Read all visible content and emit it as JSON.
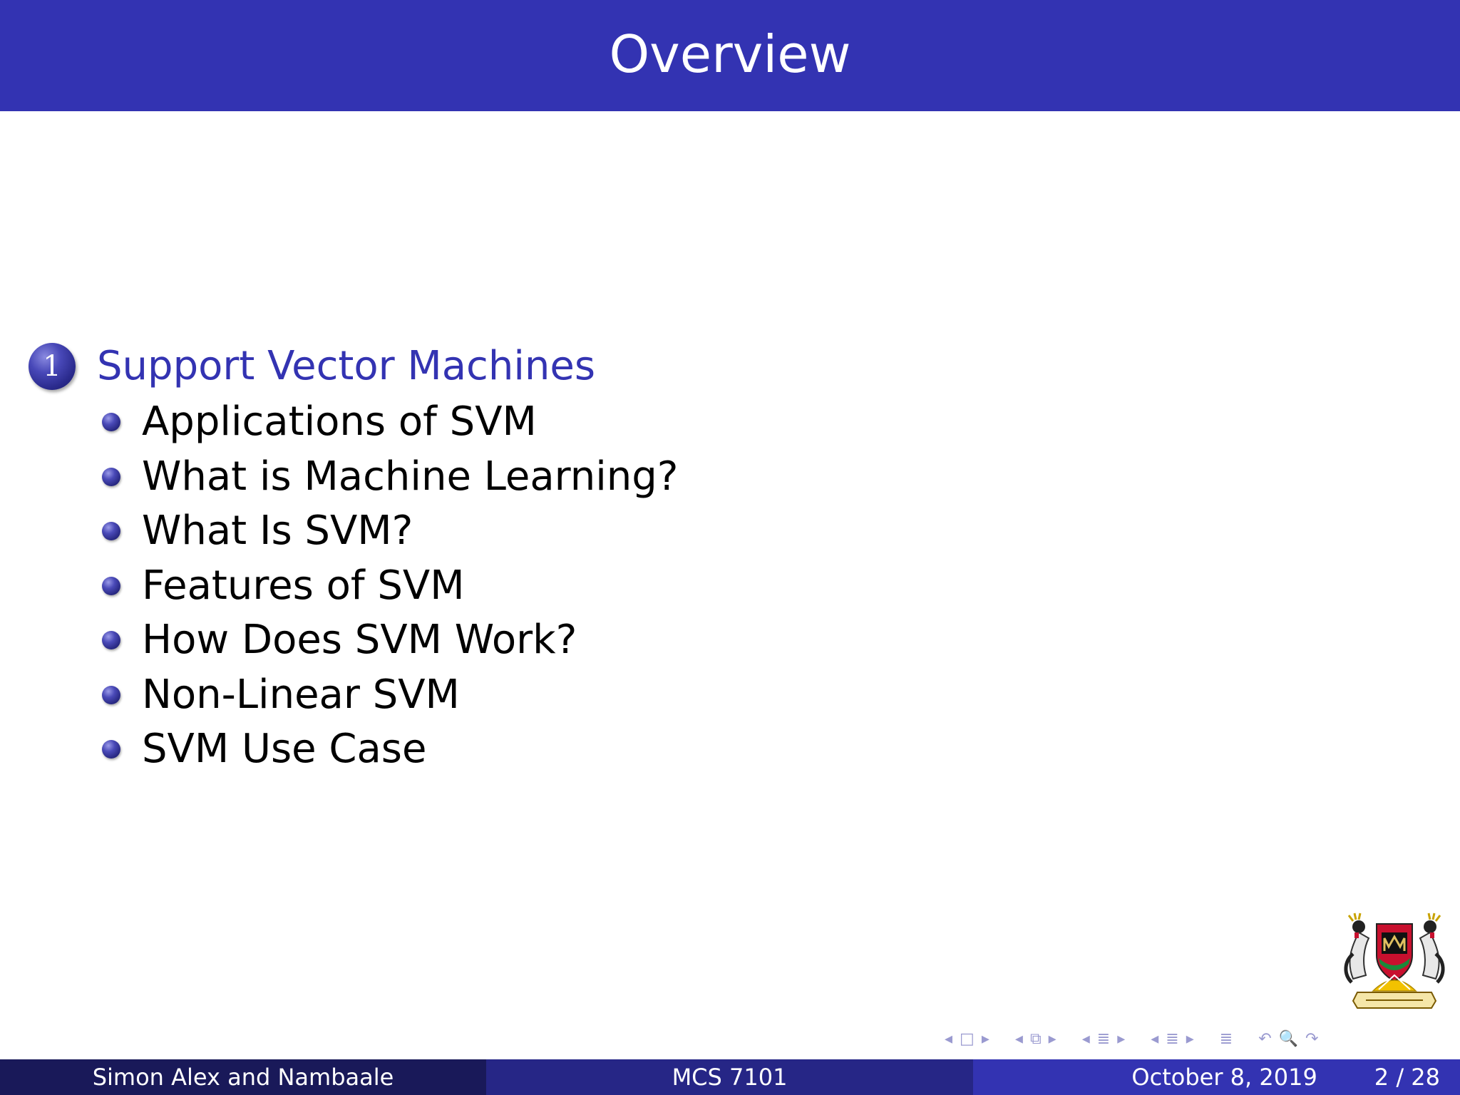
{
  "header": {
    "title": "Overview"
  },
  "toc": {
    "section": {
      "number": "1",
      "label": "Support Vector Machines"
    },
    "subsections": [
      "Applications of SVM",
      "What is Machine Learning?",
      "What Is SVM?",
      "Features of SVM",
      "How Does SVM Work?",
      "Non-Linear SVM",
      "SVM Use Case"
    ]
  },
  "nav": {
    "arrow_left": "◂",
    "arrow_right": "▸",
    "frame_icon": "□",
    "subsection_icon": "⧉",
    "section_icon": "≣",
    "align_icon": "≣",
    "undo_icon": "↶",
    "search_icon": "🔍",
    "redo_icon": "↷"
  },
  "footer": {
    "author": "Simon Alex and Nambaale",
    "course": "MCS 7101",
    "date": "October 8, 2019",
    "page": "2 / 28"
  },
  "colors": {
    "header_bg": "#3333b2",
    "footer_left": "#191959",
    "footer_mid": "#262686",
    "footer_right": "#3333b2",
    "section_text": "#3333b2"
  }
}
